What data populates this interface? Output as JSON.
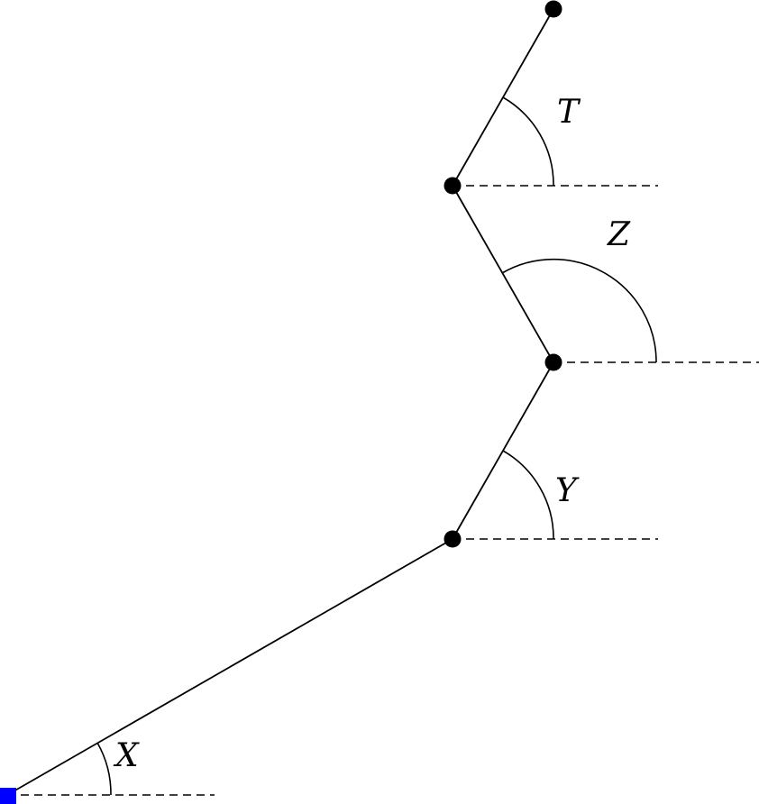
{
  "diagram": {
    "colors": {
      "stroke": "#000000",
      "joint": "#000000",
      "base": "#0000ff",
      "background": "#ffffff"
    },
    "angles": {
      "x": "X",
      "y": "Y",
      "z": "Z",
      "t": "T"
    },
    "joint_count": 4,
    "base_marker": "square"
  }
}
